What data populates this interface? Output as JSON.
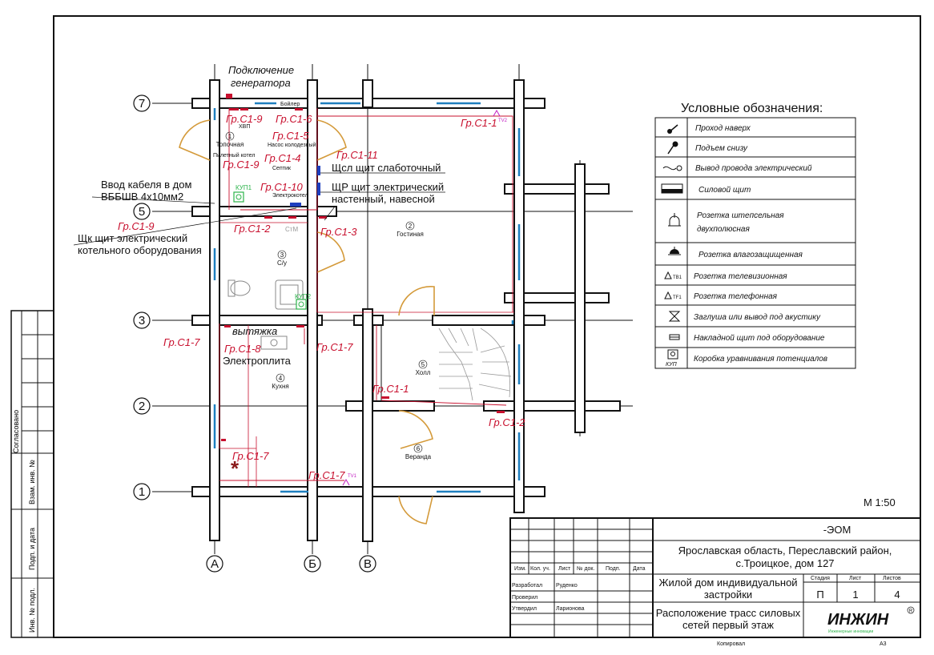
{
  "plan": {
    "axes_rows": [
      "7",
      "5",
      "3",
      "2",
      "1"
    ],
    "axes_cols": [
      "А",
      "Б",
      "В"
    ],
    "top_note": [
      "Подключение",
      "генератора"
    ],
    "circuits": {
      "gr_c1_9_top": "Гр.С1-9",
      "gr_c1_6": "Гр.С1-6",
      "gr_c1_1_top": "Гр.С1-1",
      "gr_c1_5": "Гр.С1-5",
      "gr_c1_4": "Гр.С1-4",
      "gr_c1_11": "Гр.С1-11",
      "gr_c1_9_mid": "Гр.С1-9",
      "gr_c1_10": "Гр.С1-10",
      "gr_c1_9_left": "Гр.С1-9",
      "gr_c1_2_left": "Гр.С1-2",
      "gr_c1_3": "Гр.С1-3",
      "gr_c1_7_left": "Гр.С1-7",
      "gr_c1_8": "Гр.С1-8",
      "gr_c1_7_mid": "Гр.С1-7",
      "gr_c1_1_hall": "Гр.С1-1",
      "gr_c1_2_right": "Гр.С1-2",
      "gr_c1_7_kitchen": "Гр.С1-7",
      "gr_c1_7_bottom": "Гр.С1-7"
    },
    "notes": {
      "cable_entry": [
        "Ввод кабеля в дом",
        "ВББШВ 4x10мм2"
      ],
      "shsl": "Щсл щит слаботочный",
      "shr": [
        "ЩР щит электрический",
        "настенный, навесной"
      ],
      "shk": [
        "Щк щит электрический",
        "котельного оборудования"
      ],
      "vytyazhka": "вытяжка",
      "elektroplita": "Электроплита"
    },
    "rooms": {
      "r1_num": "1",
      "r1_name": "Топочная",
      "r2_num": "2",
      "r2_name": "Гостиная",
      "r3_num": "3",
      "r3_name": "С/у",
      "r4_num": "4",
      "r4_name": "Кухня",
      "r5_num": "5",
      "r5_name": "Холл",
      "r6_num": "6",
      "r6_name": "Веранда"
    },
    "small_labels": {
      "hvp": "ХВП",
      "boiler": "Бойлер",
      "pellet": "Пилетный котел",
      "pump": "Насос колодезный",
      "septik": "Септик",
      "elektrokotel": "Электрокотел",
      "kup1": "КУП1",
      "kup2": "КУП2",
      "stm": "СтМ",
      "tv2": "TV2",
      "tv1": "TV1"
    }
  },
  "legend": {
    "title": "Условные обозначения:",
    "items": [
      {
        "label": "Проход наверх",
        "icon": "pass-up"
      },
      {
        "label": "Подъем снизу",
        "icon": "rise-below"
      },
      {
        "label": "Вывод провода электрический",
        "icon": "wire-out"
      },
      {
        "label": "Силовой щит",
        "icon": "power-panel"
      },
      {
        "label": "Розетка штепсельная",
        "label2": "двухполюсная",
        "icon": "socket"
      },
      {
        "label": "Розетка влагозащищенная",
        "icon": "socket-wet"
      },
      {
        "label": "Розетка телевизионная",
        "icon": "socket-tv",
        "code": "ТВ1"
      },
      {
        "label": "Розетка телефонная",
        "icon": "socket-phone",
        "code": "TF1"
      },
      {
        "label": "Заглуша или вывод под акустику",
        "icon": "acoustic"
      },
      {
        "label": "Накладной щит под оборудование",
        "icon": "surface-panel"
      },
      {
        "label": "Коробка уравнивания потенциалов",
        "icon": "kup",
        "code": "КУП"
      }
    ]
  },
  "scale": "М 1:50",
  "side_stamp": {
    "soglasovano": "Согласовано",
    "vzam": "Взам. инв. №",
    "podp_data": "Подп. и дата",
    "inv_podl": "Инв. № подл."
  },
  "title_block": {
    "code": "-ЭОМ",
    "address": [
      "Ярославская область, Переславский район,",
      "с.Троицкое, дом 127"
    ],
    "object": [
      "Жилой дом индивидуальной",
      "застройки"
    ],
    "sheet_title": [
      "Расположение трасс силовых",
      "сетей первый этаж"
    ],
    "cols": [
      "Изм.",
      "Кол. уч.",
      "Лист",
      "№ док.",
      "Подп.",
      "Дата"
    ],
    "roles": [
      {
        "role": "Разработал",
        "name": "Руденко"
      },
      {
        "role": "Проверил",
        "name": ""
      },
      {
        "role": "Утвердил",
        "name": "Ларионова"
      }
    ],
    "stage_h": "Стадия",
    "sheet_h": "Лист",
    "sheets_h": "Листов",
    "stage": "П",
    "sheet": "1",
    "sheets": "4",
    "logo": "ИНЖИН",
    "logo_sub": "Инженерные инновации",
    "logo_mark": "R",
    "copied": "Копировал",
    "format": "А3"
  }
}
